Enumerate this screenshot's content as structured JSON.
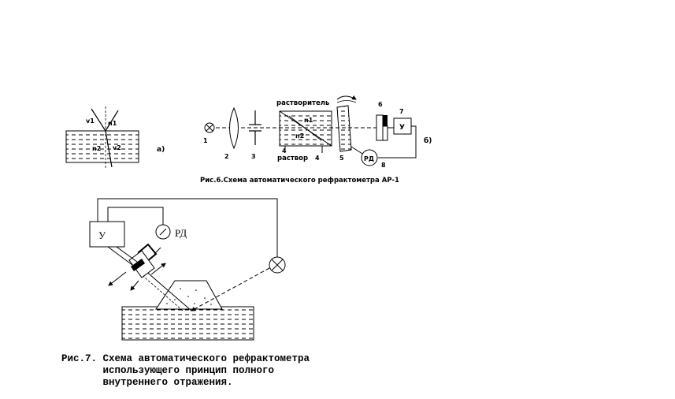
{
  "figure6": {
    "caption": "Рис.6.Схема автоматического рефрактометра АР-1",
    "panel_a": {
      "label_n1": "n1",
      "label_n2": "n2",
      "label_v1": "v1",
      "label_v2": "v2",
      "panel_letter": "а)"
    },
    "panel_b": {
      "label_solvent": "растворитель",
      "label_solution": "раствор",
      "label_n1": "n1",
      "label_n2": "n2",
      "label_RD": "РД",
      "label_U": "У",
      "panel_letter": "б)",
      "num_1": "1",
      "num_2": "2",
      "num_3": "3",
      "num_4a": "4",
      "num_4b": "4",
      "num_5": "5",
      "num_6": "6",
      "num_7": "7",
      "num_8": "8"
    }
  },
  "figure7": {
    "label_U": "У",
    "label_RD": "РД",
    "caption_lines": [
      "Рис.7. Схема автоматического рефрактометра",
      "       использующего принцип полного",
      "       внутреннего отражения."
    ]
  }
}
